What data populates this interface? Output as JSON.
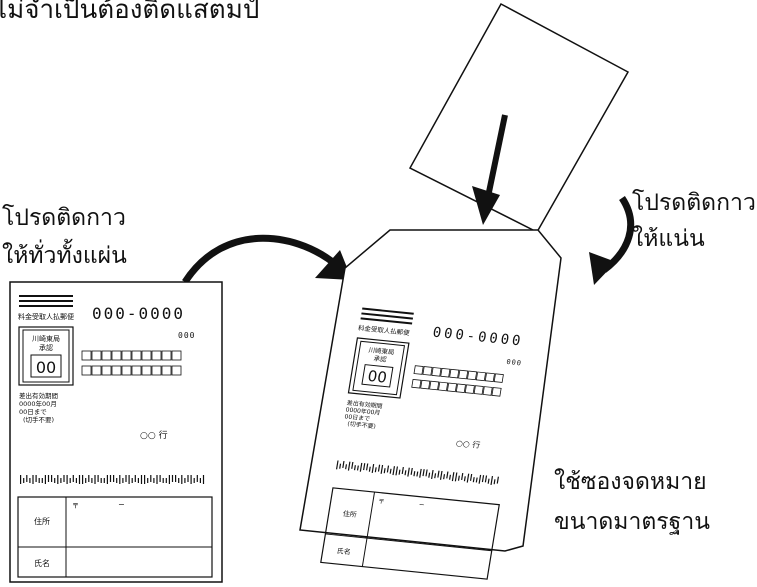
{
  "notes": {
    "top_left": "ไม่จำเป็นต้องติดแสตมป์",
    "glue_all_line1": "โปรดติดกาว",
    "glue_all_line2": "ให้ทั่วทั้งแผ่น",
    "glue_tight_line1": "โปรดติดกาว",
    "glue_tight_line2": "ให้แน่น",
    "envelope_line1": "ใช้ซองจดหมาย",
    "envelope_line2": "ขนาดมาตรฐาน"
  },
  "postcard": {
    "permit_title": "料金受取人払郵便",
    "postal_code": "000-0000",
    "small_code": "000",
    "office_line1": "川崎東局",
    "office_line2": "承認",
    "approval_number": "00",
    "expiry_line1": "差出有効期間",
    "expiry_line2": "0000年00月",
    "expiry_line3": "00日まで",
    "expiry_line4": "(切手不要)",
    "addressee": "○○ 行",
    "mark_label": "〒",
    "dash": "−",
    "address_label": "住所",
    "name_label": "氏名"
  },
  "colors": {
    "ink": "#111111",
    "paper": "#ffffff"
  }
}
